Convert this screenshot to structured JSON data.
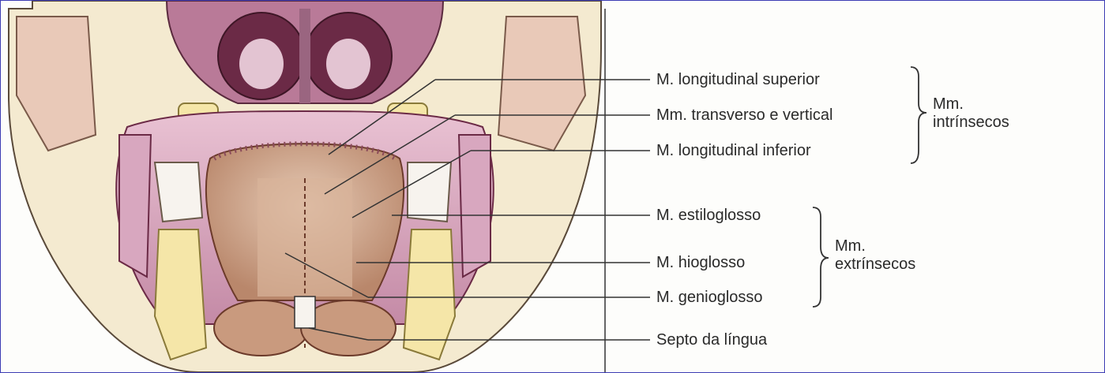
{
  "labels": {
    "long_sup": "M. longitudinal superior",
    "transv_vert": "Mm. transverso e vertical",
    "long_inf": "M. longitudinal inferior",
    "estilo": "M. estiloglosso",
    "hio": "M. hioglosso",
    "genio": "M. genioglosso",
    "septo": "Septo da língua"
  },
  "groups": {
    "intrinsic": {
      "line1": "Mm.",
      "line2": "intrínsecos"
    },
    "extrinsic": {
      "line1": "Mm.",
      "line2": "extrínsecos"
    }
  },
  "colors": {
    "background": "#fdf6e3",
    "border": "#3c3cb4",
    "skin": "#f2e6c4",
    "muscle_pink": "#d8a7bf",
    "muscle_dark": "#6b2a46",
    "tongue": "#c99a7e",
    "bone": "#f5e6a8",
    "leader": "#333333"
  }
}
